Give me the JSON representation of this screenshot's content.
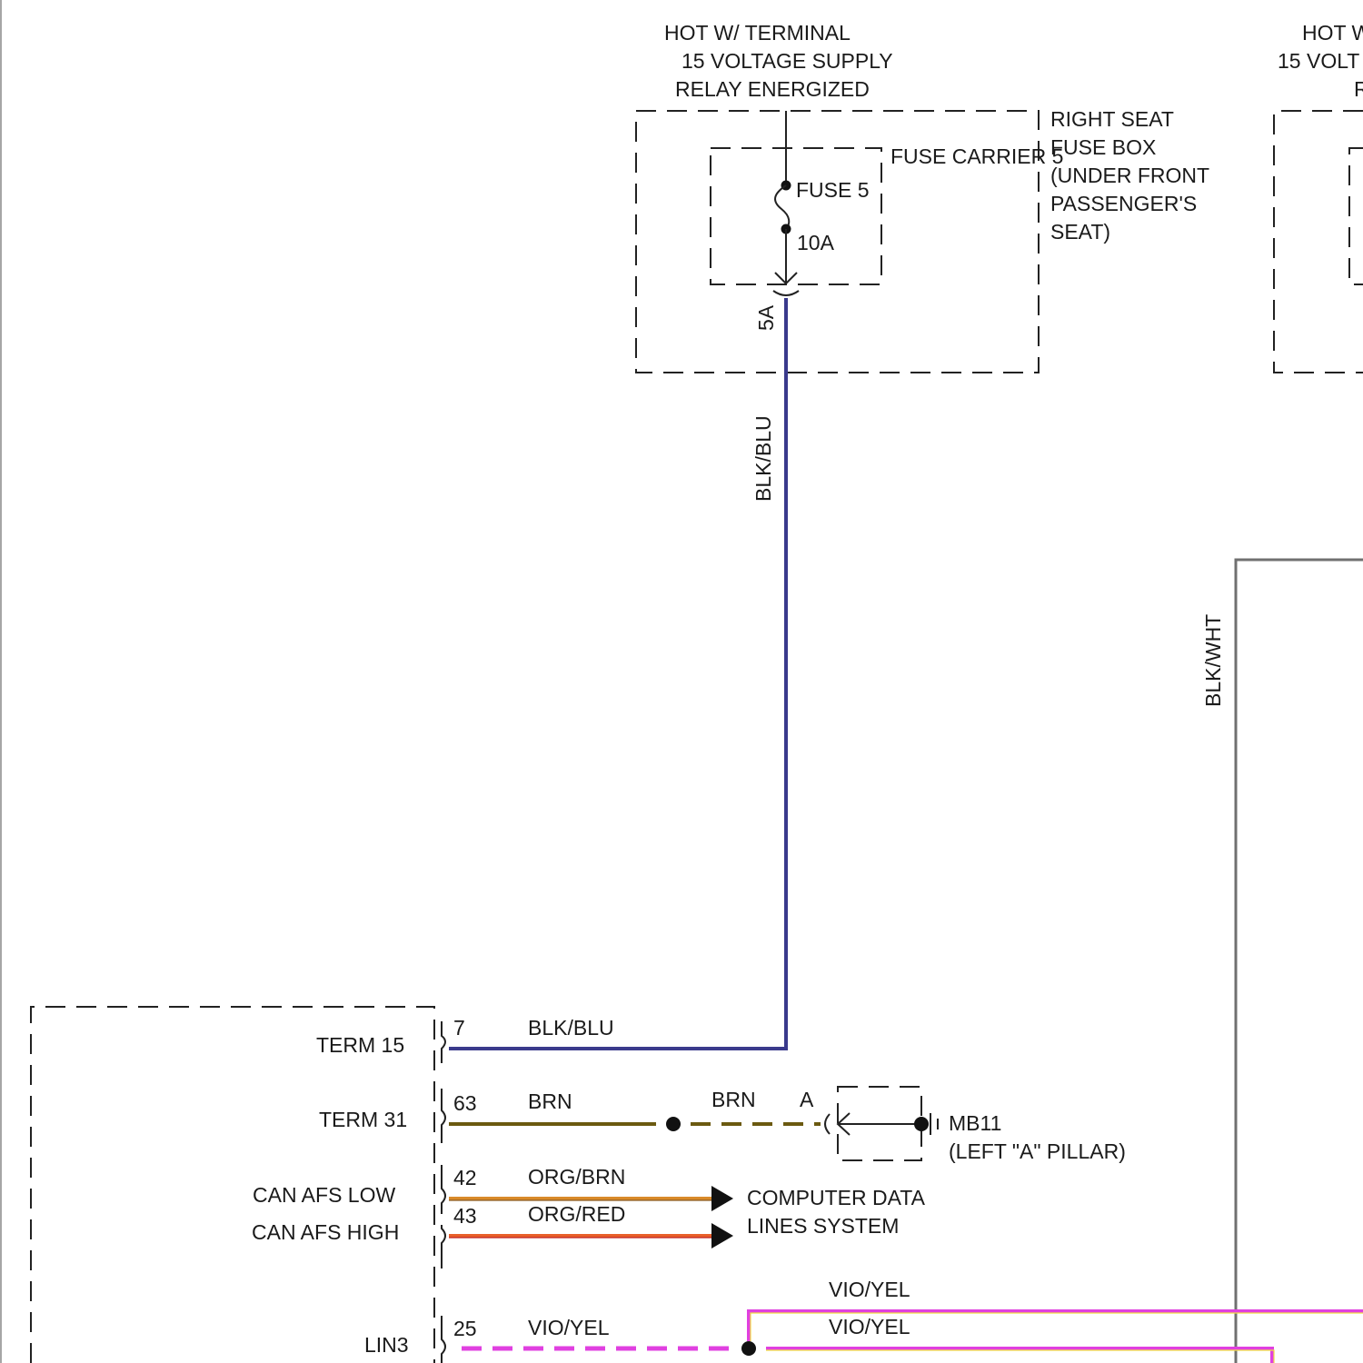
{
  "top_label": {
    "line1": "HOT W/ TERMINAL",
    "line2": "15 VOLTAGE SUPPLY",
    "line3": "RELAY ENERGIZED"
  },
  "right_top_label": {
    "line1": "HOT W",
    "line2": "15 VOLT",
    "line3": "R"
  },
  "fuse_box": {
    "line1": "RIGHT SEAT",
    "line2": "FUSE BOX",
    "line3": "(UNDER FRONT",
    "line4": "PASSENGER'S",
    "line5": "SEAT)"
  },
  "fuse_carrier": "FUSE CARRIER 5",
  "fuse": {
    "name": "FUSE 5",
    "rating": "10A"
  },
  "fuse_pin": "5A",
  "wire_vertical_blk_blu": "BLK/BLU",
  "wire_vertical_blk_wht": "BLK/WHT",
  "module_pins": [
    {
      "terminal": "TERM 15",
      "pin": "7",
      "wire": "BLK/BLU"
    },
    {
      "terminal": "TERM 31",
      "pin": "63",
      "wire": "BRN"
    },
    {
      "terminal": "CAN AFS LOW",
      "pin": "42",
      "wire": "ORG/BRN"
    },
    {
      "terminal": "CAN AFS HIGH",
      "pin": "43",
      "wire": "ORG/RED"
    },
    {
      "terminal": "LIN3",
      "pin": "25",
      "wire": "VIO/YEL"
    }
  ],
  "ground": {
    "wire": "BRN",
    "connector": "A",
    "name": "MB11",
    "location": "(LEFT \"A\" PILLAR)"
  },
  "data_lines": {
    "line1": "COMPUTER DATA",
    "line2": "LINES SYSTEM"
  },
  "vio_yel_upper": "VIO/YEL",
  "vio_yel_lower": "VIO/YEL",
  "colors": {
    "blk_blu": "#3a3a8c",
    "brn": "#6b5a10",
    "org_brn": "#d98a2a",
    "org_red": "#e8602a",
    "vio_yel": "#e040e0",
    "blk_wht": "#707070"
  }
}
